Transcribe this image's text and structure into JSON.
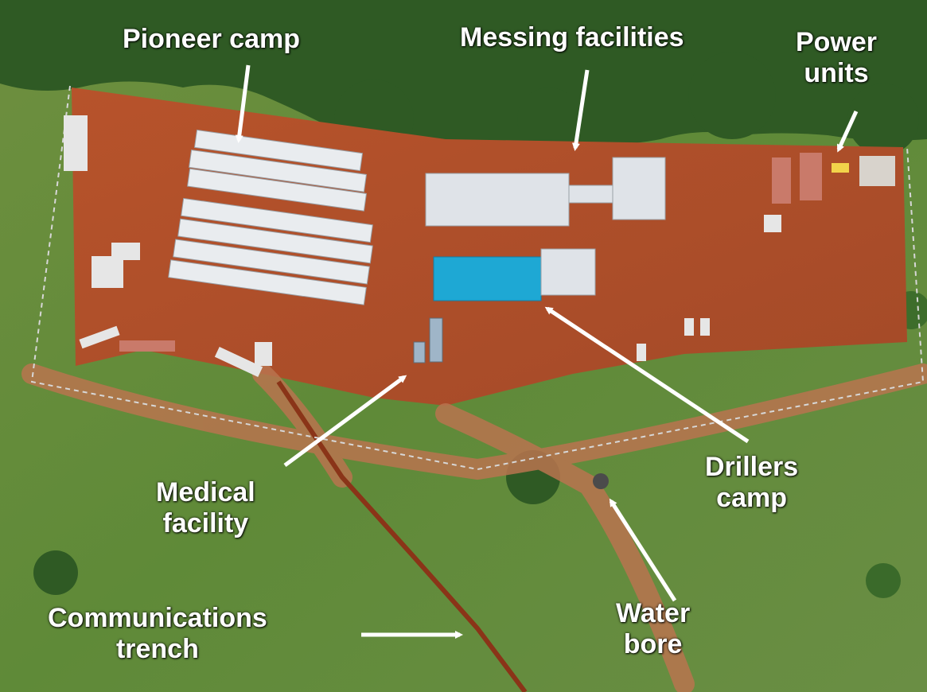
{
  "labels": {
    "pioneer_camp": "Pioneer camp",
    "messing_facilities": "Messing facilities",
    "power_units_line1": "Power",
    "power_units_line2": "units",
    "medical_facility_line1": "Medical",
    "medical_facility_line2": "facility",
    "drillers_camp_line1": "Drillers",
    "drillers_camp_line2": "camp",
    "water_bore_line1": "Water",
    "water_bore_line2": "bore",
    "communications_trench_line1": "Communications",
    "communications_trench_line2": "trench"
  },
  "colors": {
    "label_text": "#ffffff",
    "arrow": "#ffffff",
    "grass": "#5d8a3a",
    "dense_vegetation": "#2f5a24",
    "cleared_earth": "#b5562f",
    "accommodation_roof": "#e9ecef",
    "blue_roof": "#1ea8d4"
  }
}
